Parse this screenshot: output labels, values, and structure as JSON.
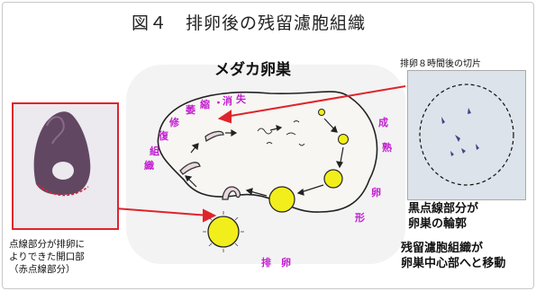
{
  "title": "図４　排卵後の残留濾胞組織",
  "subtitle": "メダカ卵巣",
  "right_photo_caption": "排卵８時間後の切片",
  "left_caption": [
    "点線部分が排卵に",
    "よりできた開口部",
    "（赤点線部分）"
  ],
  "right_note_1": [
    "黒点線部分が",
    "卵巣の輪郭"
  ],
  "right_note_2": [
    "残留濾胞組織が",
    "卵巣中心部へと移動"
  ],
  "cycle_labels": {
    "c1": "萎",
    "c2": "縮",
    "c3": "・",
    "c4": "消",
    "c5": "失",
    "c6": "修",
    "c7": "復",
    "c8": "組",
    "c9": "織",
    "r1": "成",
    "r2": "熟",
    "r3": "卵",
    "r4": "形",
    "ov": "排　卵"
  },
  "colors": {
    "accent_red": "#e0242b",
    "label_magenta": "#c31fd0",
    "oocyte_yellow": "#f2ee1b"
  }
}
